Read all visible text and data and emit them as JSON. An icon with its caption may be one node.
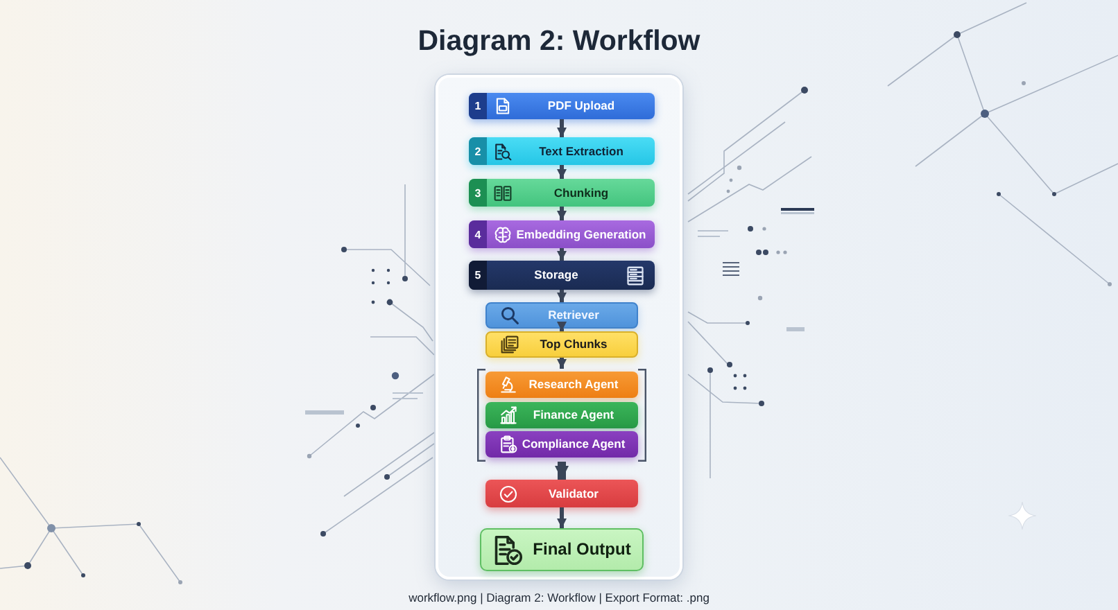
{
  "diagram": {
    "title": "Diagram 2: Workflow",
    "caption": "workflow.png | Diagram 2: Workflow | Export Format: .png",
    "nodes": [
      {
        "text": [],
        "shape": "box"
      },
      {
        "text": [
          "1",
          "PDF Upload"
        ],
        "in": 0
      },
      {
        "text": [
          "2",
          "Text Extraction"
        ],
        "in": 0
      },
      {
        "text": [
          "3",
          "Chunking"
        ],
        "in": 0
      },
      {
        "text": [
          "4",
          "Embedding Generation"
        ],
        "in": 0
      },
      {
        "text": [
          "5",
          "Storage"
        ],
        "in": 0
      },
      {
        "text": [
          "Retriever"
        ],
        "in": 0
      },
      {
        "text": [
          "Top Chunks"
        ],
        "in": 0
      },
      {
        "text": [],
        "shape": "bracket",
        "in": 0
      },
      {
        "text": [
          "Research Agent"
        ],
        "in": 8
      },
      {
        "text": [
          "Finance Agent"
        ],
        "in": 8
      },
      {
        "text": [
          "Compliance Agent"
        ],
        "in": 8
      },
      {
        "text": [
          "Validator"
        ],
        "in": 0
      },
      {
        "text": [
          "Final Output"
        ],
        "in": 0
      }
    ],
    "edges": [
      {
        "from": 1,
        "to": 2,
        "arrow": "to"
      },
      {
        "from": 2,
        "to": 3,
        "arrow": "to"
      },
      {
        "from": 3,
        "to": 4,
        "arrow": "to"
      },
      {
        "from": 4,
        "to": 5,
        "arrow": "to"
      },
      {
        "from": 5,
        "to": 6,
        "arrow": "to"
      },
      {
        "from": 6,
        "to": 7,
        "arrow": "to"
      },
      {
        "from": 7,
        "to": 8,
        "arrow": "to"
      },
      {
        "from": 8,
        "to": 12,
        "arrow": "to",
        "style": "thick"
      },
      {
        "from": 12,
        "to": 13,
        "arrow": "to"
      }
    ]
  }
}
